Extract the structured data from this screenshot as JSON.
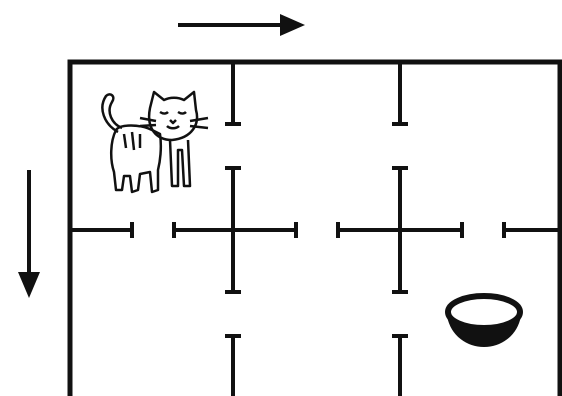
{
  "diagram": {
    "columns": 3,
    "rows": 2,
    "start_cell": {
      "row": 1,
      "col": 1,
      "occupant": "cat"
    },
    "goal_cell": {
      "row": 2,
      "col": 3,
      "occupant": "bowl"
    },
    "direction_hints": [
      {
        "name": "right-arrow-icon",
        "direction": "right"
      },
      {
        "name": "down-arrow-icon",
        "direction": "down"
      }
    ],
    "colors": {
      "ink": "#111111",
      "background": "#ffffff"
    }
  }
}
